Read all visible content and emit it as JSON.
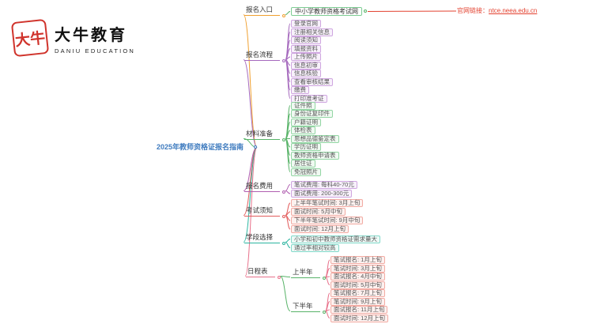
{
  "logo": {
    "seal_text": "大牛",
    "title": "大牛教育",
    "subtitle": "DANIU EDUCATION"
  },
  "root_label": "2025年教师资格证报名指南",
  "branches": {
    "entry": {
      "label": "报名入口",
      "site": "中小学教师资格考试网",
      "link_label": "官网链接：",
      "link_url": "ntce.neea.edu.cn"
    },
    "process": {
      "label": "报名流程",
      "steps": [
        "登录官网",
        "注册相关信息",
        "阅读须知",
        "填报资料",
        "上传照片",
        "信息初审",
        "信息核验",
        "查看审核结果",
        "缴费",
        "打印准考证"
      ]
    },
    "materials": {
      "label": "材料准备",
      "items": [
        "证件照",
        "身份证复印件",
        "户籍证明",
        "体检表",
        "思想品德鉴定表",
        "学历证明",
        "教师资格申请表",
        "居住证",
        "免冠照片"
      ]
    },
    "fees": {
      "label": "报名费用",
      "items": [
        "笔试费用: 每科40-70元",
        "面试费用: 200-300元"
      ]
    },
    "notice": {
      "label": "考试须知",
      "items": [
        "上半年笔试时间: 3月上旬",
        "面试时间: 5月中旬",
        "下半年笔试时间: 9月中旬",
        "面试时间: 12月上旬"
      ]
    },
    "stage": {
      "label": "学段选择",
      "items": [
        "小学和初中教师资格证需求量大",
        "通过率相对较高"
      ]
    },
    "schedule": {
      "label": "日程表",
      "first_half": {
        "label": "上半年",
        "items": [
          "笔试报名: 1月上旬",
          "笔试时间: 3月上旬",
          "面试报名: 4月中旬",
          "面试时间: 5月中旬"
        ]
      },
      "second_half": {
        "label": "下半年",
        "items": [
          "笔试报名: 7月上旬",
          "笔试时间: 9月上旬",
          "面试报名: 11月上旬",
          "面试时间: 12月上旬"
        ]
      }
    }
  },
  "colors": {
    "root": "#3e7bbf",
    "orange": "#f0a030",
    "purple": "#a569bd",
    "green": "#58b368",
    "magenta": "#b05fb0",
    "red": "#e25c5c",
    "teal": "#2bb5a0",
    "rose": "#e8708a",
    "link_red": "#e3412f",
    "logo_red": "#d0342c"
  }
}
